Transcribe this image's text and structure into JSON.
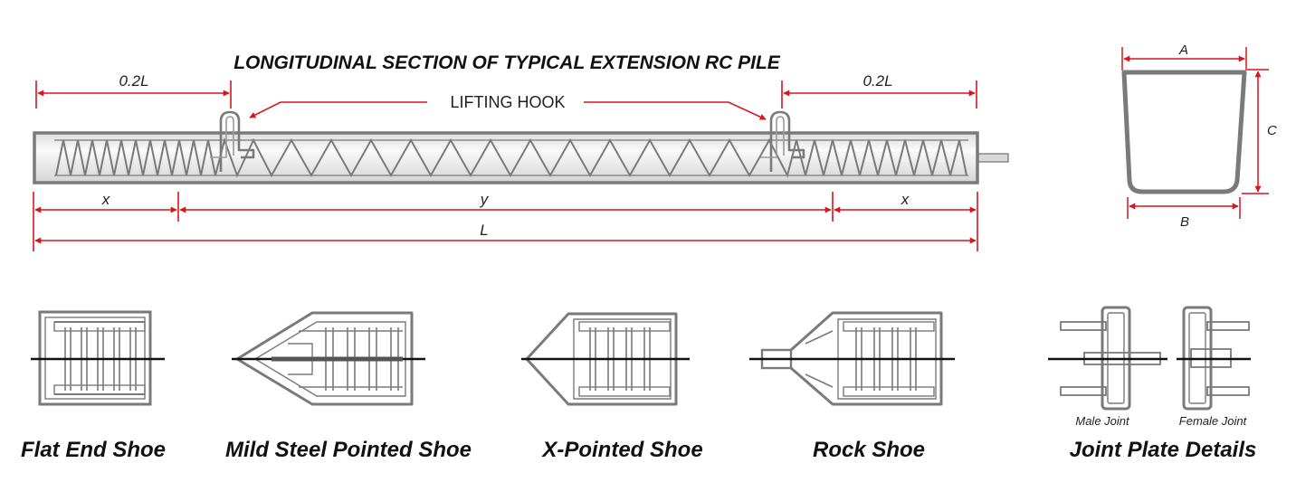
{
  "title": "LONGITUDINAL SECTION OF TYPICAL EXTENSION RC PILE",
  "lifting_hook_label": "LIFTING HOOK",
  "dimensions": {
    "top_left": "0.2L",
    "top_right": "0.2L",
    "x_left": "x",
    "y_mid": "y",
    "x_right": "x",
    "total": "L"
  },
  "cross_section": {
    "a": "A",
    "b": "B",
    "c": "C"
  },
  "shoes": {
    "flat_end": "Flat End Shoe",
    "mild_steel_pointed": "Mild Steel Pointed Shoe",
    "x_pointed": "X-Pointed Shoe",
    "rock": "Rock Shoe",
    "joint_plate": "Joint Plate Details"
  },
  "joints": {
    "male": "Male Joint",
    "female": "Female Joint"
  },
  "colors": {
    "dimension": "#d9141b",
    "steel": "#7a7a7a",
    "pile_fill": "#efefef"
  }
}
